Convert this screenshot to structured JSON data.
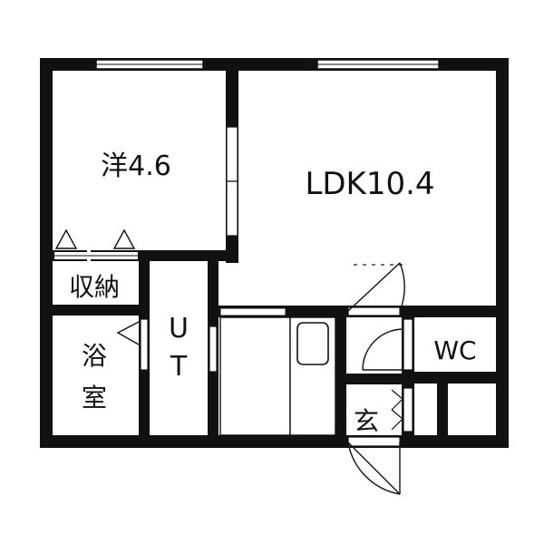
{
  "rooms": {
    "western_room": "洋4.6",
    "ldk": "LDK10.4",
    "storage": "収納",
    "bath_char1": "浴",
    "bath_char2": "室",
    "utility_char1": "U",
    "utility_char2": "T",
    "toilet": "WC",
    "entrance": "玄"
  }
}
